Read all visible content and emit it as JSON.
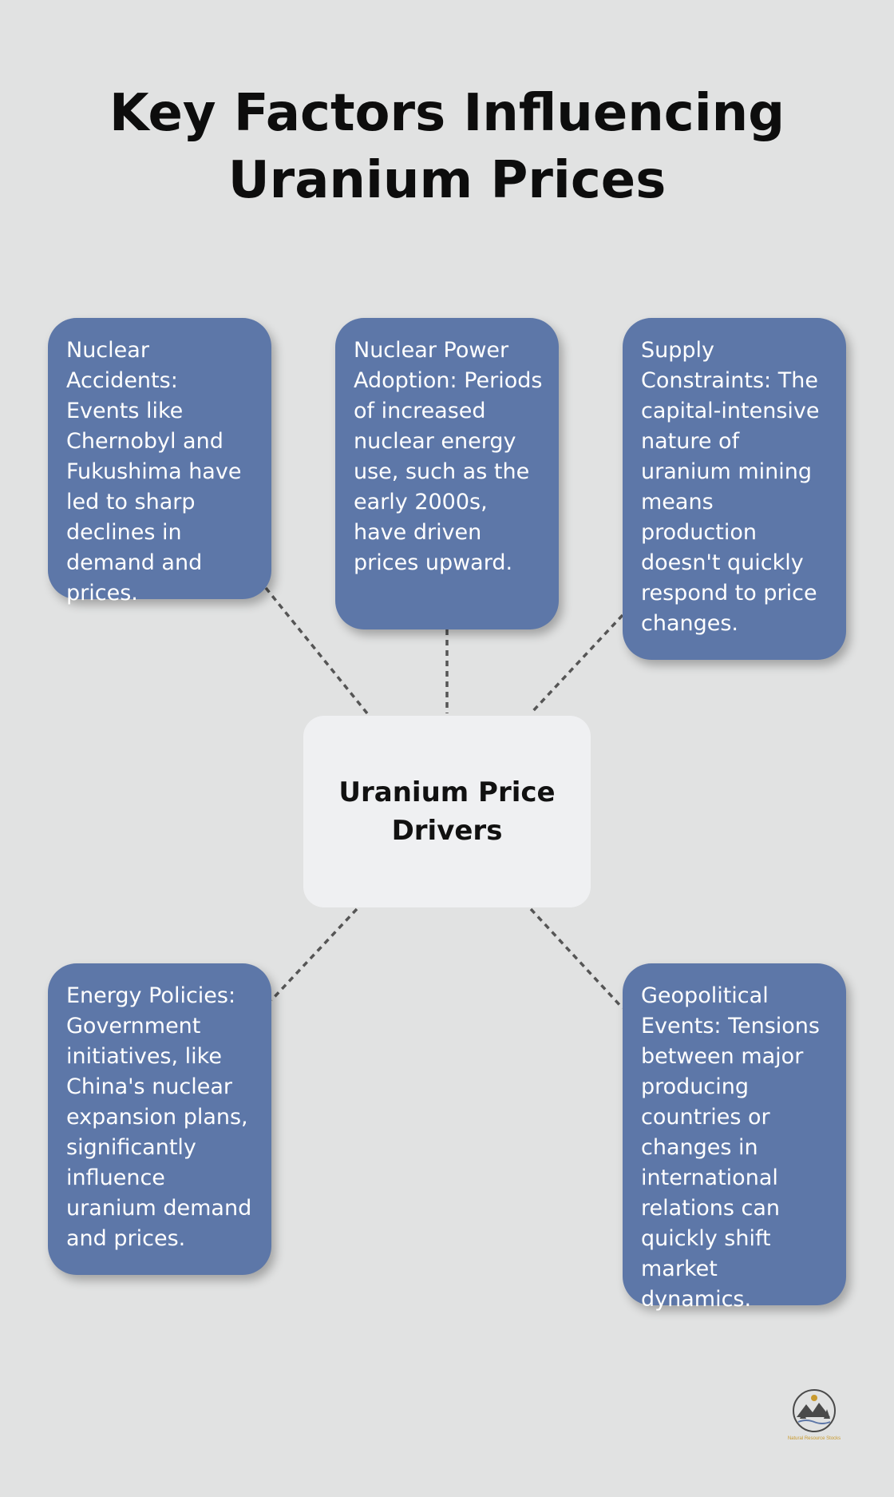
{
  "title": {
    "line1": "Key Factors Influencing",
    "line2": "Uranium Prices"
  },
  "center_node": {
    "label": "Uranium Price Drivers"
  },
  "factors": [
    {
      "text": "Nuclear Accidents: Events like Chernobyl and Fukushima have led to sharp declines in demand and prices."
    },
    {
      "text": "Nuclear Power Adoption: Periods of increased nuclear energy use, such as the early 2000s, have driven prices upward."
    },
    {
      "text": "Supply Constraints: The capital-intensive nature of uranium mining means production doesn't quickly respond to price changes."
    },
    {
      "text": "Energy Policies: Government initiatives, like China's nuclear expansion plans, significantly influence uranium demand and prices."
    },
    {
      "text": "Geopolitical Events: Tensions between major producing countries or changes in international relations can quickly shift market dynamics."
    }
  ],
  "logo": {
    "text": "Natural Resource Stocks",
    "icon": "mountain-landscape-icon"
  },
  "colors": {
    "background": "#e1e2e2",
    "card": "#5d77a8",
    "center": "#eff0f2",
    "connector": "#555555",
    "logo_accent": "#c99a2e"
  }
}
